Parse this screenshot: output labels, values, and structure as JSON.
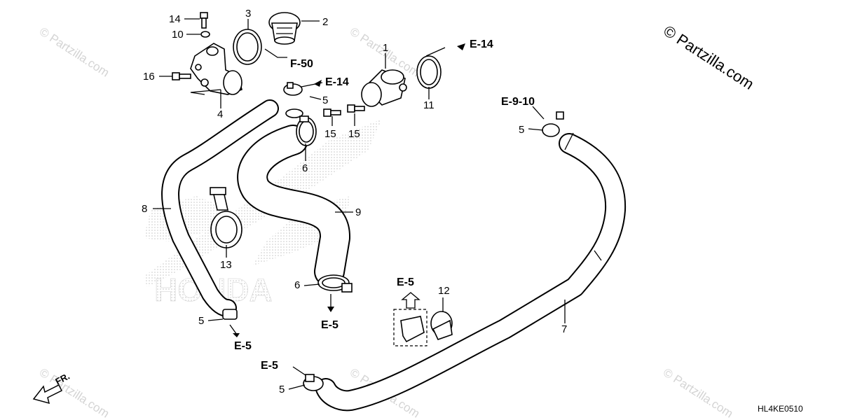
{
  "brand": "© Partzilla.com",
  "diagram_code": "HL4KE0510",
  "front_label": "FR.",
  "watermark": "© Partzilla.com",
  "background_logo": "HONDA",
  "part_numbers": {
    "p1": "1",
    "p2": "2",
    "p3": "3",
    "p4": "4",
    "p5a": "5",
    "p5b": "5",
    "p5c": "5",
    "p5d": "5",
    "p6a": "6",
    "p6b": "6",
    "p7": "7",
    "p8": "8",
    "p9": "9",
    "p10": "10",
    "p11": "11",
    "p12": "12",
    "p13": "13",
    "p14": "14",
    "p15a": "15",
    "p15b": "15",
    "p16": "16"
  },
  "references": {
    "e14_top": "E-14",
    "e14_mid": "E-14",
    "f50": "F-50",
    "e910": "E-9-10",
    "e5_left": "E-5",
    "e5_center": "E-5",
    "e5_box": "E-5",
    "e5_bottom": "E-5"
  }
}
